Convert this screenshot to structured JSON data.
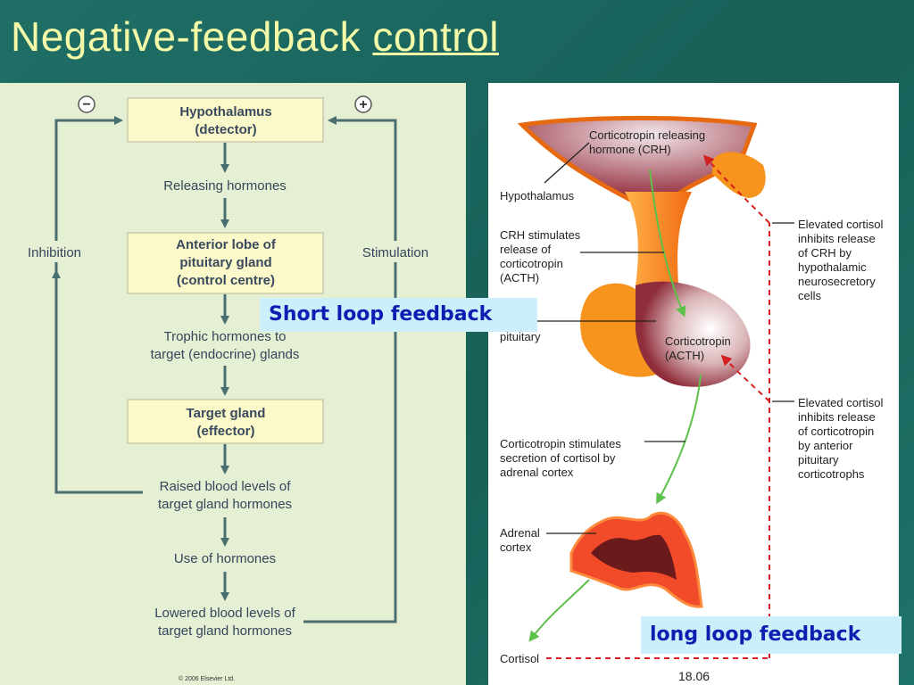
{
  "title": {
    "part1": "Negative-feedback ",
    "part2": "control"
  },
  "flowchart": {
    "boxes": {
      "hypothalamus": [
        "Hypothalamus",
        "(detector)"
      ],
      "anterior": [
        "Anterior lobe of",
        "pituitary gland",
        "(control centre)"
      ],
      "target": [
        "Target gland",
        "(effector)"
      ]
    },
    "steps": {
      "releasing": "Releasing hormones",
      "trophic": [
        "Trophic hormones to",
        "target (endocrine) glands"
      ],
      "raised": [
        "Raised blood levels of",
        "target gland hormones"
      ],
      "use": "Use of hormones",
      "lowered": [
        "Lowered blood levels of",
        "target gland hormones"
      ]
    },
    "inhibition": "Inhibition",
    "stimulation": "Stimulation",
    "minus_sign": "−",
    "plus_sign": "+",
    "copyright": "© 2006 Elsevier Ltd."
  },
  "anatomy": {
    "crh": [
      "Corticotropin releasing",
      "hormone (CRH)"
    ],
    "hypothalamus": "Hypothalamus",
    "crh_stimulates": [
      "CRH stimulates",
      "release of",
      "corticotropin",
      "(ACTH)"
    ],
    "pituitary": "pituitary",
    "acth": [
      "Corticotropin",
      "(ACTH)"
    ],
    "acth_stimulates": [
      "Corticotropin stimulates",
      "secretion of cortisol by",
      "adrenal cortex"
    ],
    "adrenal": [
      "Adrenal",
      "cortex"
    ],
    "cortisol": "Cortisol",
    "elevated1": [
      "Elevated cortisol",
      "inhibits release",
      "of CRH by",
      "hypothalamic",
      "neurosecretory",
      "cells"
    ],
    "elevated2": [
      "Elevated cortisol",
      "inhibits release",
      "of corticotropin",
      "by anterior",
      "pituitary",
      "corticotrophs"
    ],
    "fig": "18.06"
  },
  "callouts": {
    "short": "Short loop feedback",
    "long": "long loop feedback"
  },
  "colors": {
    "accent_title": "#f4f9a8",
    "callout_bg": "#cdeffc",
    "callout_text": "#0b1fb0",
    "arrow": "#4a6f70"
  }
}
